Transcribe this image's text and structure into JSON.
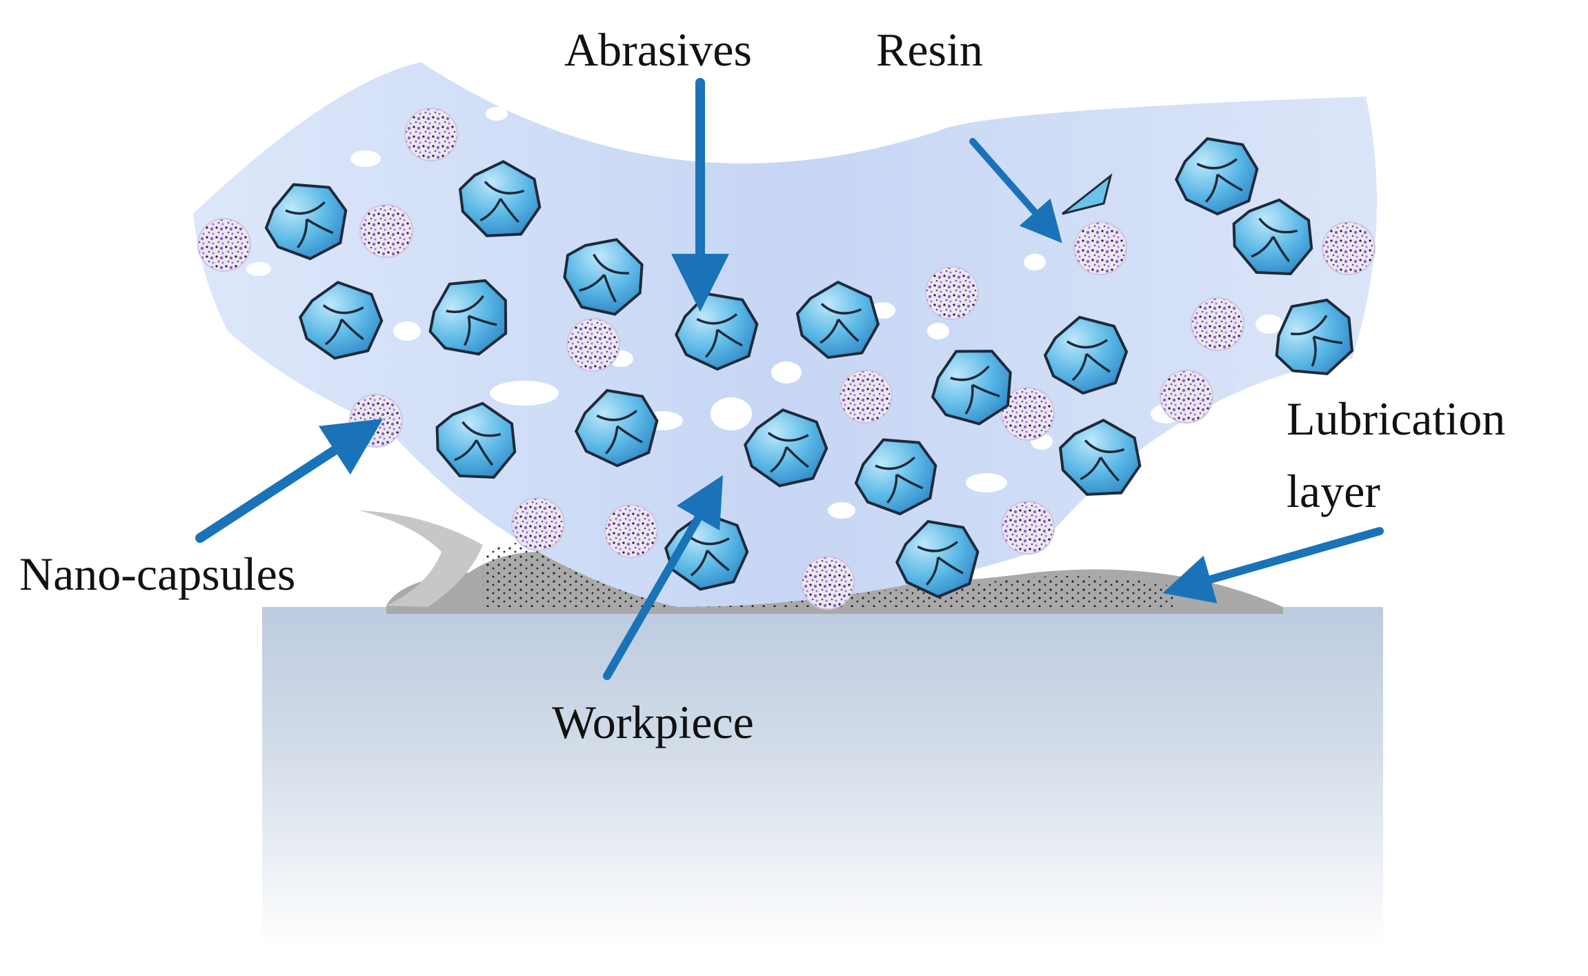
{
  "labels": {
    "abrasives": "Abrasives",
    "resin": "Resin",
    "lubrication_line1": "Lubrication",
    "lubrication_line2": "layer",
    "nano_capsules": "Nano-capsules",
    "workpiece": "Workpiece"
  },
  "colors": {
    "arrow": "#1a73b8",
    "resin_band": "#c9d9f5",
    "abrasive_fill": "#4fb0e0",
    "abrasive_outline": "#1e2a3a",
    "capsule_fill": "#e6dff0",
    "capsule_dots": "#8a5ec4",
    "lubrication_layer": "#a9a9a9",
    "workpiece_top": "#bccbe0",
    "workpiece_bottom": "#ffffff"
  },
  "icons": {
    "abrasive": "abrasive-grain-icon",
    "capsule": "nano-capsule-icon",
    "arrow": "pointer-arrow-icon"
  }
}
